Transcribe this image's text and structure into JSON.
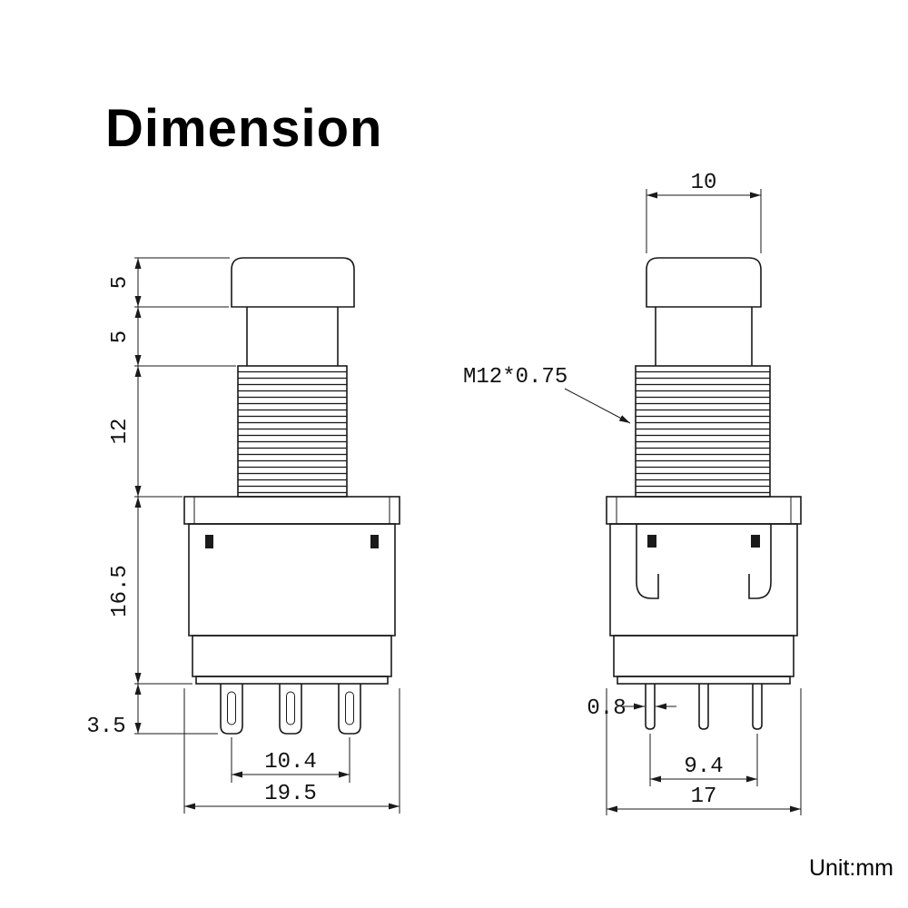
{
  "title": "Dimension",
  "unit": "Unit:mm",
  "colors": {
    "line": "#1a1a1a",
    "background": "#ffffff"
  },
  "views": {
    "front": {
      "vertical_dims": [
        {
          "name": "cap-height",
          "label": "5"
        },
        {
          "name": "shaft-height",
          "label": "5"
        },
        {
          "name": "thread-height",
          "label": "12"
        },
        {
          "name": "body-height",
          "label": "16.5"
        },
        {
          "name": "pin-height",
          "label": "3.5"
        }
      ],
      "pin_spacing": "10.4",
      "body_width": "19.5"
    },
    "side": {
      "cap_width": "10",
      "thread_label": "M12*0.75",
      "pin_width": "0.8",
      "pin_spacing": "9.4",
      "body_width": "17"
    }
  }
}
